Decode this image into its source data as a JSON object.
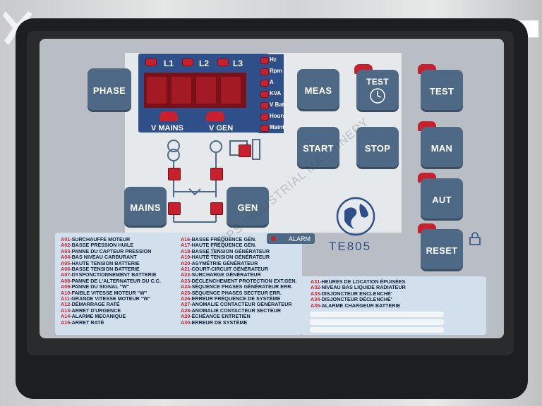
{
  "reference": "0005028",
  "buttons": {
    "phase": "PHASE",
    "mains": "MAINS",
    "gen": "GEN",
    "meas": "MEAS",
    "start": "START",
    "stop": "STOP",
    "test_panel": "TEST",
    "test": "TEST",
    "man": "MAN",
    "aut": "AUT",
    "reset": "RESET"
  },
  "display": {
    "phases": [
      "L1",
      "L2",
      "L3"
    ],
    "v_mains": "V MAINS",
    "v_gen": "V GEN",
    "units": [
      "Hz",
      "Rpm",
      "A",
      "KVA",
      "V Batt",
      "Hours",
      "Maint"
    ]
  },
  "brand": "TE805",
  "alarm_label": "ALARM",
  "watermark": "KOOPS INDUSTRIAL MACHINERY",
  "alarms_col1": [
    {
      "code": "A01",
      "text": "-SURCHAUFFE MOTEUR"
    },
    {
      "code": "A02",
      "text": "-BASSE PRESSION HUILE"
    },
    {
      "code": "A03",
      "text": "-PANNE DU CAPTEUR PRESSION"
    },
    {
      "code": "A04",
      "text": "-BAS NIVEAU CARBURANT"
    },
    {
      "code": "A05",
      "text": "-HAUTE TENSION BATTERIE"
    },
    {
      "code": "A06",
      "text": "-BASSE TENSION BATTERIE"
    },
    {
      "code": "A07",
      "text": "-DYSFONCTIONNEMENT BATTERIE"
    },
    {
      "code": "A08",
      "text": "-PANNE DE L'ALTERNATEUR DU C.C."
    },
    {
      "code": "A09",
      "text": "-PANNE DU SIGNAL \"W\""
    },
    {
      "code": "A10",
      "text": "-FAIBLE VITESSE MOTEUR \"W\""
    },
    {
      "code": "A11",
      "text": "-GRANDE VITESSE MOTEUR \"W\""
    },
    {
      "code": "A12",
      "text": "-DÉMARRAGE RATÉ"
    },
    {
      "code": "A13",
      "text": "-ARRET D'URGENCE"
    },
    {
      "code": "A14",
      "text": "-ALARME MECANIQUE"
    },
    {
      "code": "A15",
      "text": "-ARRET RATÉ"
    }
  ],
  "alarms_col2": [
    {
      "code": "A16",
      "text": "-BASSE FRÉQUENCE GÉN."
    },
    {
      "code": "A17",
      "text": "-HAUTE FRÉQUENCE GÉN."
    },
    {
      "code": "A18",
      "text": "-BASSE TENSION GÉNÉRATEUR"
    },
    {
      "code": "A19",
      "text": "-HAUTE TENSION GÉNÉRATEUR"
    },
    {
      "code": "A20",
      "text": "-ASYMÉTRIE GÉNÉRATEUR"
    },
    {
      "code": "A21",
      "text": "-COURT-CIRCUIT GÉNÉRATEUR"
    },
    {
      "code": "A22",
      "text": "-SURCHARGE GÉNÉRATEUR"
    },
    {
      "code": "A23",
      "text": "-DÉCLENCHEMENT PROTECTION EXT.GEN."
    },
    {
      "code": "A24",
      "text": "-SÉQUENCE PHASES GÉNÉRATEUR ERR."
    },
    {
      "code": "A25",
      "text": "-SÉQUENCE PHASES SECTEUR ERR."
    },
    {
      "code": "A26",
      "text": "-ERREUR  FRÉQUENCE DE SYSTÈME"
    },
    {
      "code": "A27",
      "text": "-ANOMALIE CONTACTEUR GÉNÉRATEUR"
    },
    {
      "code": "A28",
      "text": "-ANOMALIE CONTACTEUR SECTEUR"
    },
    {
      "code": "A29",
      "text": "-ÉCHÉANCE ENTRETIEN"
    },
    {
      "code": "A30",
      "text": "-ERREUR DE SYSTÈME"
    }
  ],
  "alarms_col3": [
    {
      "code": "A31",
      "text": "-HEURES DE LOCATION ÉPUISÉES"
    },
    {
      "code": "A32",
      "text": "-NIVEAU BAS LIQUIDE RADIATEUR"
    },
    {
      "code": "A33",
      "text": "-DISJONCTEUR ENCLENCHÉ'"
    },
    {
      "code": "A34",
      "text": "-DISJONCTEUR DÉCLENCHÉ'"
    },
    {
      "code": "A35",
      "text": "-ALARME CHARGEUR BATTERIE"
    }
  ],
  "colors": {
    "button": "#4e6986",
    "led": "#c8202c",
    "display_frame": "#2e4f8a",
    "list_bg": "#d2e0ee"
  }
}
